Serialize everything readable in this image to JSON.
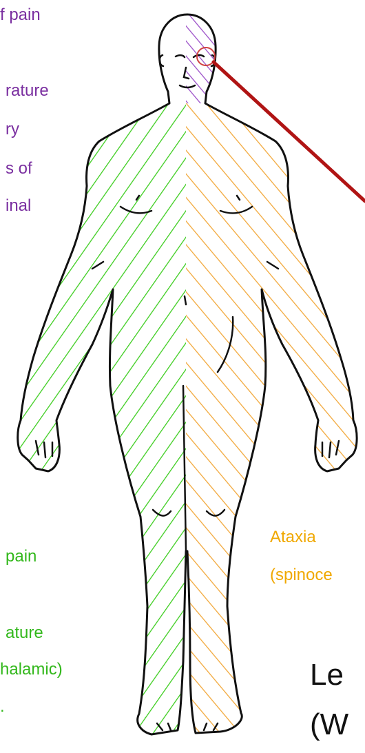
{
  "colors": {
    "pain_temp_face": "#9b4fc8",
    "pain_temp_body": "#3ccd1e",
    "ataxia": "#f2a83a",
    "pointer": "#b01414",
    "outline": "#111111"
  },
  "labels": {
    "purple": [
      "f pain",
      "rature",
      "ry",
      "s of",
      "inal"
    ],
    "green": [
      "pain",
      "ature",
      "halamic)",
      "."
    ],
    "orange": [
      "Ataxia",
      "(spinoce"
    ],
    "title": [
      "Le",
      "(W"
    ]
  }
}
